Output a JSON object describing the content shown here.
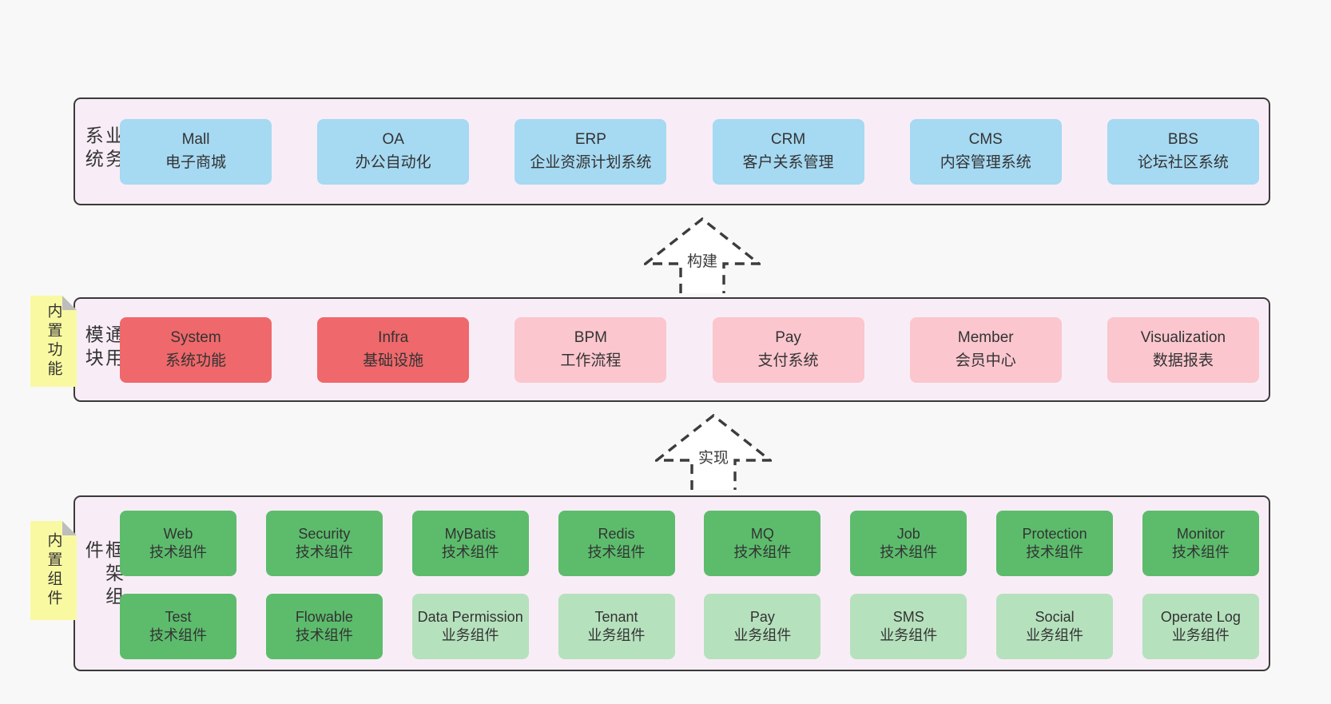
{
  "colors": {
    "page_bg": "#f8f8f8",
    "band_bg": "#f8edf6",
    "band_border": "#3a3a3a",
    "box_blue": "#a6d9f2",
    "box_red": "#ef686b",
    "box_pink": "#fbc6ce",
    "box_green_dark": "#5cbc6c",
    "box_green_light": "#b6e1bd",
    "note_yellow": "#f9f9a2",
    "note_fold_gray": "#bdbdbd",
    "text": "#333333"
  },
  "arrows": [
    {
      "label": "构建"
    },
    {
      "label": "实现"
    }
  ],
  "bands": [
    {
      "label": "业务系统",
      "boxes": [
        {
          "name": "Mall",
          "sub": "电子商城"
        },
        {
          "name": "OA",
          "sub": "办公自动化"
        },
        {
          "name": "ERP",
          "sub": "企业资源计划系统"
        },
        {
          "name": "CRM",
          "sub": "客户关系管理"
        },
        {
          "name": "CMS",
          "sub": "内容管理系统"
        },
        {
          "name": "BBS",
          "sub": "论坛社区系统"
        }
      ]
    },
    {
      "label": "通用模块",
      "note": "内置功能",
      "boxes": [
        {
          "name": "System",
          "sub": "系统功能"
        },
        {
          "name": "Infra",
          "sub": "基础设施"
        },
        {
          "name": "BPM",
          "sub": "工作流程"
        },
        {
          "name": "Pay",
          "sub": "支付系统"
        },
        {
          "name": "Member",
          "sub": "会员中心"
        },
        {
          "name": "Visualization",
          "sub": "数据报表"
        }
      ]
    },
    {
      "label": "框架组件",
      "note": "内置组件",
      "rows": [
        [
          {
            "name": "Web",
            "sub": "技术组件"
          },
          {
            "name": "Security",
            "sub": "技术组件"
          },
          {
            "name": "MyBatis",
            "sub": "技术组件"
          },
          {
            "name": "Redis",
            "sub": "技术组件"
          },
          {
            "name": "MQ",
            "sub": "技术组件"
          },
          {
            "name": "Job",
            "sub": "技术组件"
          },
          {
            "name": "Protection",
            "sub": "技术组件"
          },
          {
            "name": "Monitor",
            "sub": "技术组件"
          }
        ],
        [
          {
            "name": "Test",
            "sub": "技术组件"
          },
          {
            "name": "Flowable",
            "sub": "技术组件"
          },
          {
            "name": "Data Permission",
            "sub": "业务组件"
          },
          {
            "name": "Tenant",
            "sub": "业务组件"
          },
          {
            "name": "Pay",
            "sub": "业务组件"
          },
          {
            "name": "SMS",
            "sub": "业务组件"
          },
          {
            "name": "Social",
            "sub": "业务组件"
          },
          {
            "name": "Operate Log",
            "sub": "业务组件"
          }
        ]
      ]
    }
  ]
}
